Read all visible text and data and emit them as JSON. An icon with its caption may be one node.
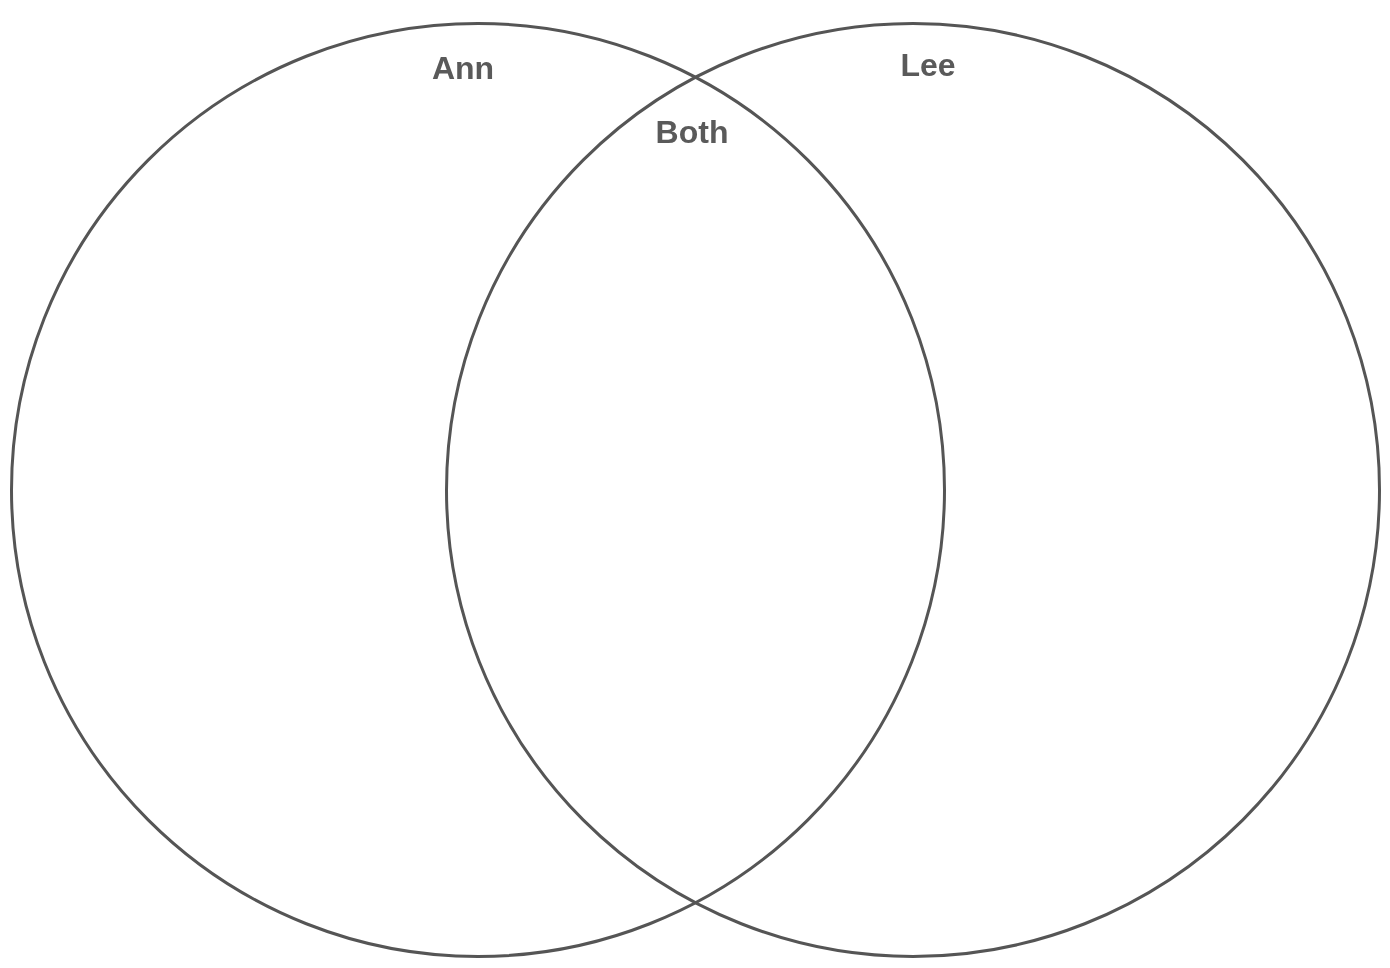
{
  "diagram": {
    "nodes": [
      {
        "text": [
          "Ann"
        ]
      },
      {
        "text": [
          "Lee"
        ]
      }
    ],
    "labels": [
      "Both"
    ]
  }
}
